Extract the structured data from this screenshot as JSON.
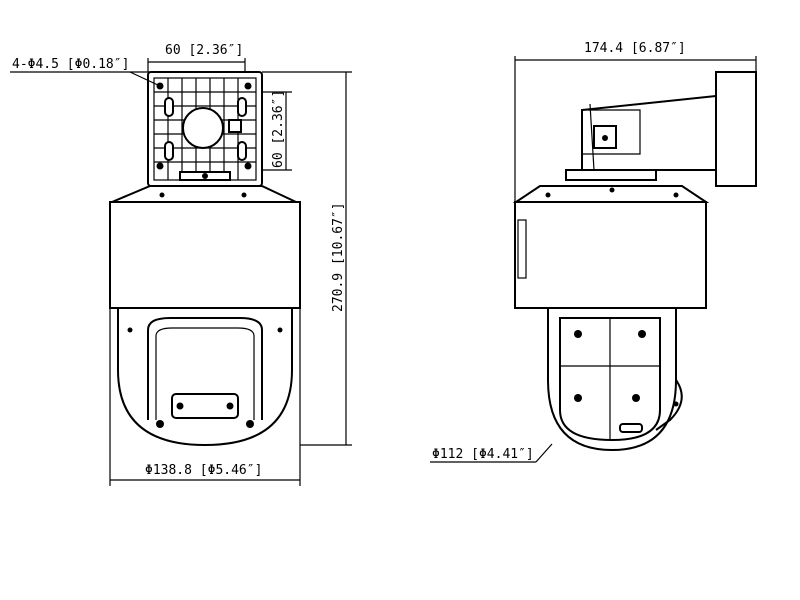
{
  "dimensions": {
    "bracket_width": "60 [2.36″]",
    "bracket_height": "60 [2.36″]",
    "mount_holes": "4-Φ4.5 [Φ0.18″]",
    "total_height": "270.9 [10.67″]",
    "body_diameter": "Φ138.8 [Φ5.46″]",
    "total_depth": "174.4 [6.87″]",
    "dome_diameter": "Φ112 [Φ4.41″]"
  }
}
